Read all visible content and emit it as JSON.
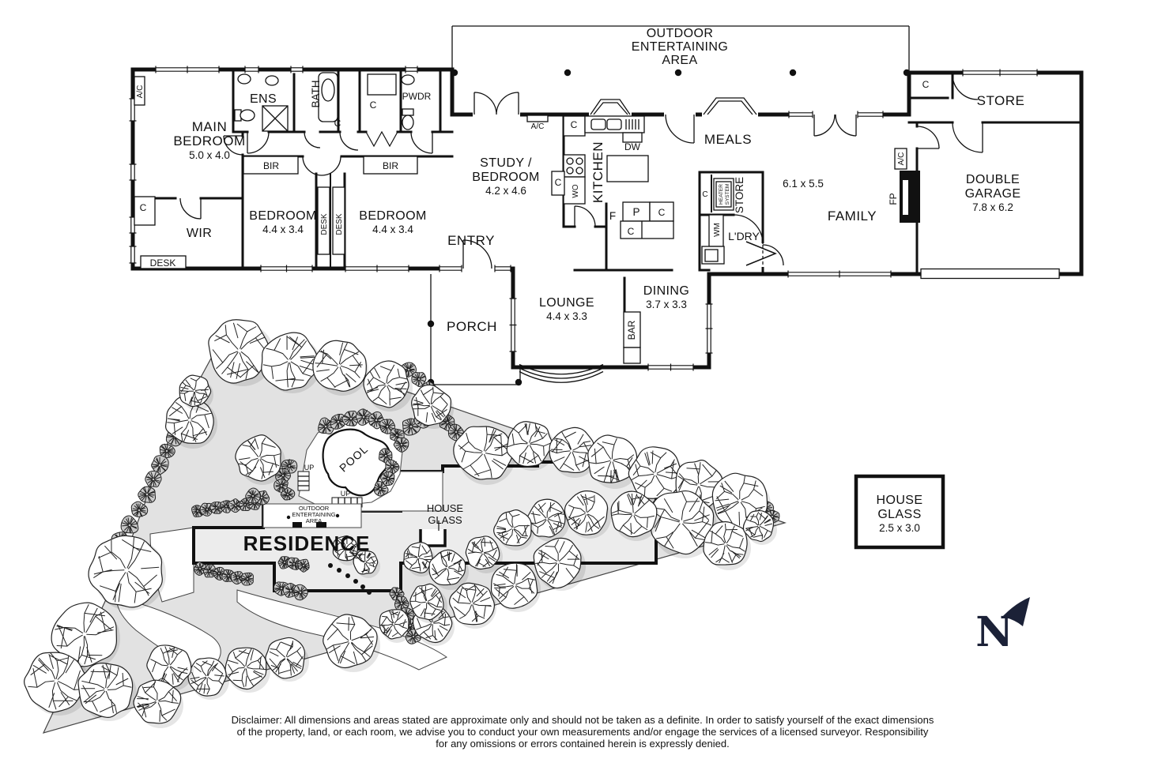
{
  "floorplan": {
    "outdoor_area": {
      "l1": "OUTDOOR",
      "l2": "ENTERTAINING",
      "l3": "AREA"
    },
    "main_bedroom": {
      "l1": "MAIN",
      "l2": "BEDROOM",
      "dims": "5.0 x 4.0"
    },
    "labels": {
      "ac": "A/C",
      "ens": "ENS",
      "bath": "BATH",
      "c": "C",
      "pwdr": "PWDR",
      "bir": "BIR",
      "desk": "DESK",
      "wir": "WIR",
      "dw": "DW",
      "wo": "WO",
      "f": "F",
      "p": "P",
      "wm": "WM",
      "bar": "BAR",
      "fp": "FP",
      "store": "STORE",
      "kitchen": "KITCHEN",
      "meals": "MEALS",
      "entry": "ENTRY",
      "porch": "PORCH",
      "ldry": "L'DRY",
      "family": "FAMILY",
      "heater1": "HEATER",
      "heater2": "SYSTEM"
    },
    "bedroom2": {
      "name": "BEDROOM",
      "dims": "4.4 x 3.4"
    },
    "bedroom3": {
      "name": "BEDROOM",
      "dims": "4.4 x 3.4"
    },
    "study": {
      "l1": "STUDY /",
      "l2": "BEDROOM",
      "dims": "4.2 x 4.6"
    },
    "lounge": {
      "name": "LOUNGE",
      "dims": "4.4 x 3.3"
    },
    "dining": {
      "name": "DINING",
      "dims": "3.7 x 3.3"
    },
    "family_dims": "6.1 x 5.5",
    "garage": {
      "l1": "DOUBLE",
      "l2": "GARAGE",
      "dims": "7.8 x 6.2"
    }
  },
  "siteplan": {
    "pool": "POOL",
    "up": "UP",
    "outdoor_small": {
      "l1": "OUTDOOR",
      "l2": "ENTERTAINING",
      "l3": "AREA"
    },
    "residence": "RESIDENCE",
    "house_glass": {
      "l1": "HOUSE",
      "l2": "GLASS"
    }
  },
  "legend": {
    "l1": "HOUSE",
    "l2": "GLASS",
    "dims": "2.5 x 3.0"
  },
  "compass": {
    "n": "N"
  },
  "disclaimer": {
    "line1": "Disclaimer: All dimensions and areas stated are approximate only and should not be taken as a definite. In order to satisfy yourself of the exact dimensions",
    "line2": "of the property, land, or each room, we advise you to conduct your own measurements and/or engage the services of a licensed surveyor. Responsibility",
    "line3": "for any omissions or errors contained herein is expressly denied."
  },
  "colors": {
    "wall": "#111111",
    "lot": "#e2e2e2",
    "building": "#ececec",
    "north": "#1b2137"
  }
}
